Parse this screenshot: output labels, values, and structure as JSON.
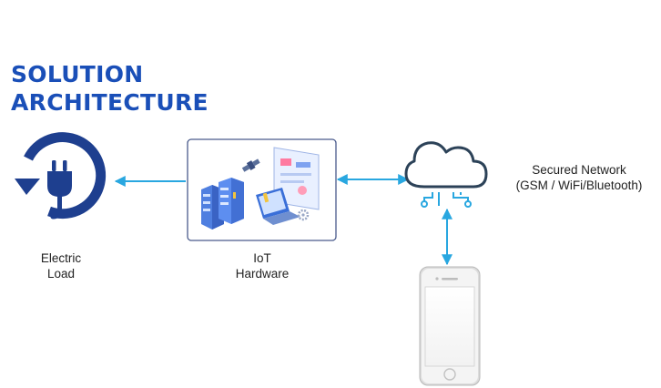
{
  "title": {
    "line1": "SOLUTION",
    "line2": "ARCHITECTURE"
  },
  "nodes": {
    "load": {
      "line1": "Electric",
      "line2": "Load"
    },
    "hardware": {
      "line1": "IoT",
      "line2": "Hardware"
    },
    "network": {
      "line1": "Secured Network",
      "line2": "(GSM / WiFi/Bluetooth)"
    }
  },
  "colors": {
    "title": "#1a4fb8",
    "icon_navy": "#1e3f8f",
    "arrow": "#29a7e0",
    "cloud": "#2c4258",
    "box_border": "#4a5b8c",
    "phone_body": "#d8d8d8"
  }
}
